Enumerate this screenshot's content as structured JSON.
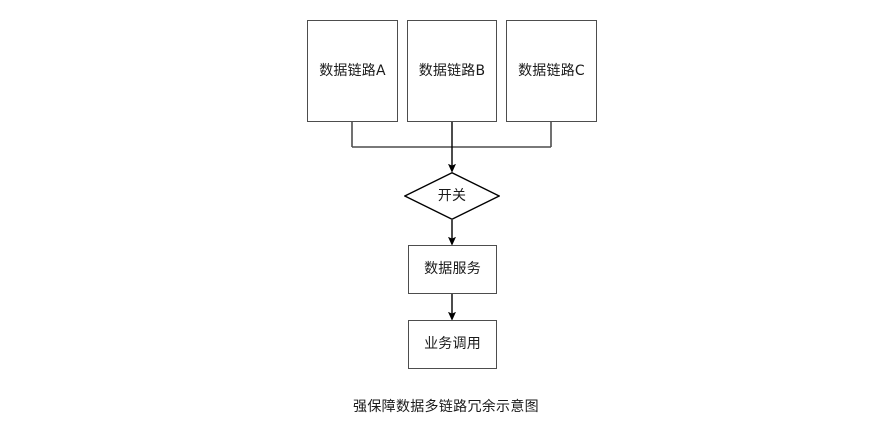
{
  "diagram": {
    "caption": "强保障数据多链路冗余示意图",
    "background_color": "#ffffff",
    "stroke_color": "#4d4d4d",
    "arrow_color": "#000000",
    "text_color": "#1a1a1a",
    "nodes": [
      {
        "id": "link-a",
        "label": "数据链路A",
        "shape": "rectangle"
      },
      {
        "id": "link-b",
        "label": "数据链路B",
        "shape": "rectangle"
      },
      {
        "id": "link-c",
        "label": "数据链路C",
        "shape": "rectangle"
      },
      {
        "id": "switch",
        "label": "开关",
        "shape": "diamond"
      },
      {
        "id": "data-service",
        "label": "数据服务",
        "shape": "rectangle"
      },
      {
        "id": "business-call",
        "label": "业务调用",
        "shape": "rectangle"
      }
    ],
    "edges": [
      {
        "from": "link-a",
        "to": "switch",
        "arrow": false,
        "style": "orthogonal"
      },
      {
        "from": "link-b",
        "to": "switch",
        "arrow": true,
        "style": "straight"
      },
      {
        "from": "link-c",
        "to": "switch",
        "arrow": false,
        "style": "orthogonal"
      },
      {
        "from": "switch",
        "to": "data-service",
        "arrow": true,
        "style": "straight"
      },
      {
        "from": "data-service",
        "to": "business-call",
        "arrow": true,
        "style": "straight"
      }
    ]
  }
}
